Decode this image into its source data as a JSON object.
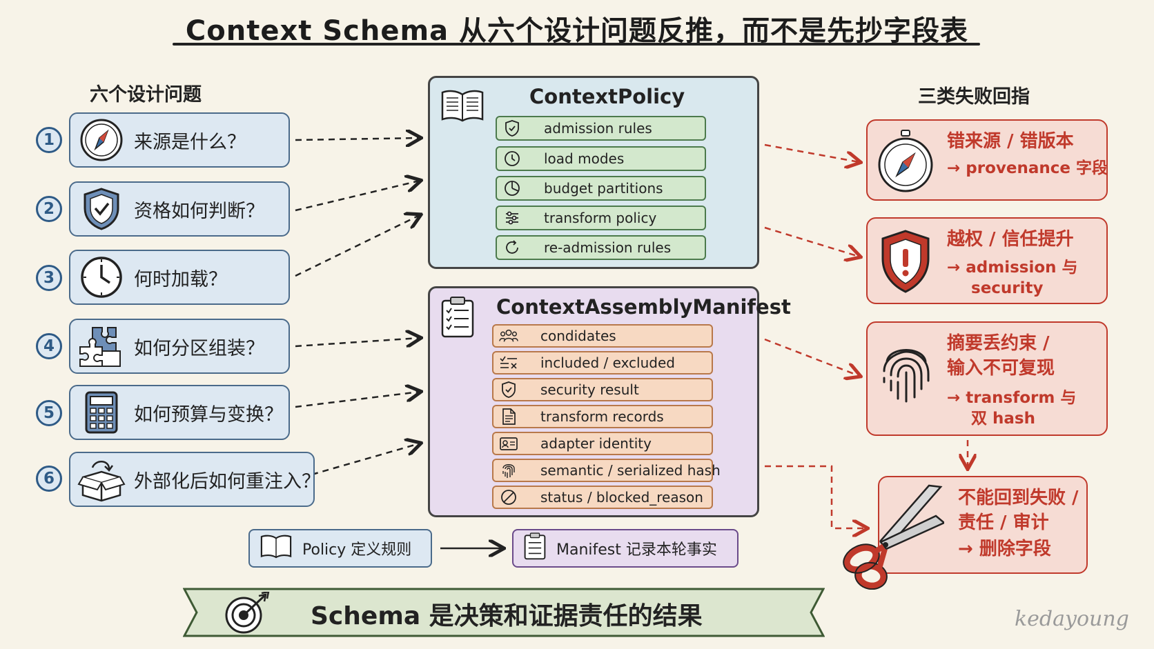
{
  "title": "Context Schema 从六个设计问题反推，而不是先抄字段表",
  "left": {
    "heading": "六个设计问题",
    "questions": [
      {
        "num": "1",
        "text": "来源是什么？",
        "icon": "compass-icon"
      },
      {
        "num": "2",
        "text": "资格如何判断？",
        "icon": "shield-check-icon"
      },
      {
        "num": "3",
        "text": "何时加载？",
        "icon": "clock-icon"
      },
      {
        "num": "4",
        "text": "如何分区组装？",
        "icon": "puzzle-icon"
      },
      {
        "num": "5",
        "text": "如何预算与变换？",
        "icon": "calculator-icon"
      },
      {
        "num": "6",
        "text": "外部化后如何重注入？",
        "icon": "box-icon"
      }
    ]
  },
  "policy": {
    "title": "ContextPolicy",
    "rows": [
      {
        "text": "admission rules",
        "icon": "shield-icon"
      },
      {
        "text": "load modes",
        "icon": "clock-icon"
      },
      {
        "text": "budget partitions",
        "icon": "pie-icon"
      },
      {
        "text": "transform policy",
        "icon": "sliders-icon"
      },
      {
        "text": "re-admission rules",
        "icon": "refresh-icon"
      }
    ]
  },
  "manifest": {
    "title": "ContextAssemblyManifest",
    "rows": [
      {
        "text": "condidates",
        "icon": "people-icon"
      },
      {
        "text": "included / excluded",
        "icon": "check-x-icon"
      },
      {
        "text": "security result",
        "icon": "shield-icon"
      },
      {
        "text": "transform records",
        "icon": "document-icon"
      },
      {
        "text": "adapter identity",
        "icon": "id-card-icon"
      },
      {
        "text": "semantic / serialized hash",
        "icon": "fingerprint-icon"
      },
      {
        "text": "status / blocked_reason",
        "icon": "blocked-icon"
      }
    ]
  },
  "right": {
    "heading": "三类失败回指",
    "failures": [
      {
        "lines": [
          "错来源 / 错版本"
        ],
        "sub": [
          "→ provenance 字段"
        ],
        "icon": "compass-icon"
      },
      {
        "lines": [
          "越权 / 信任提升"
        ],
        "sub": [
          "→ admission 与",
          "security"
        ],
        "icon": "shield-alert-icon"
      },
      {
        "lines": [
          "摘要丢约束 /",
          "输入不可复现"
        ],
        "sub": [
          "→ transform 与",
          "双 hash"
        ],
        "icon": "fingerprint-icon"
      }
    ],
    "final": {
      "lines": [
        "不能回到失败 /",
        "责任 / 审计",
        "→ 删除字段"
      ],
      "icon": "scissors-icon"
    }
  },
  "legend": {
    "policy": "Policy 定义规则",
    "manifest": "Manifest 记录本轮事实"
  },
  "banner": "Schema 是决策和证据责任的结果",
  "watermark": "kedayoung"
}
